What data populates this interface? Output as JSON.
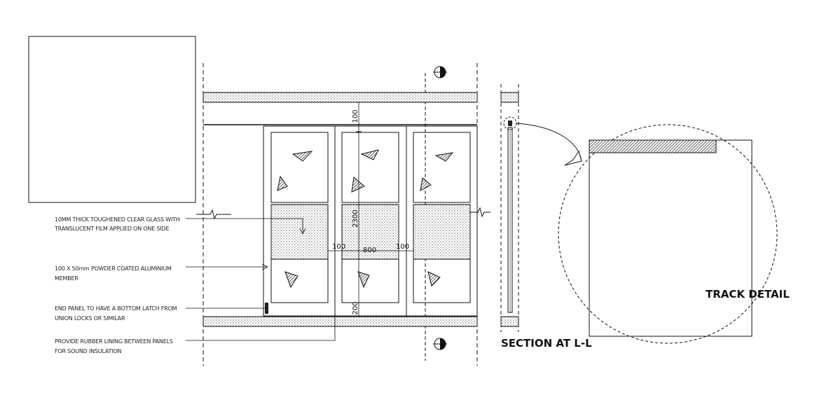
{
  "notes": {
    "glass_line1": "10MM THICK TOUGHENED CLEAR GLASS WITH",
    "glass_line2": "TRANSLUCENT FILM APPLIED ON ONE SIDE",
    "member_line1": "100 X 50mm POWDER COATED ALUMINIUM",
    "member_line2": "MEMBER",
    "latch_line1": "END PANEL TO HAVE A BOTTOM LATCH FROM",
    "latch_line2": "UNION LOCKS OR SIMILAR",
    "rubber_line1": "PROVIDE RUBBER LINING BETWEEN PANELS",
    "rubber_line2": "FOR SOUND INSULATION"
  },
  "dimensions": {
    "top": "100",
    "height": "2300",
    "bottom": "200",
    "left_gap": "100",
    "panel_width": "800",
    "right_gap": "100"
  },
  "labels": {
    "section": "SECTION AT L-L",
    "track": "TRACK DETAIL"
  },
  "colors": {
    "line": "#111111",
    "hatch": "#333333"
  }
}
